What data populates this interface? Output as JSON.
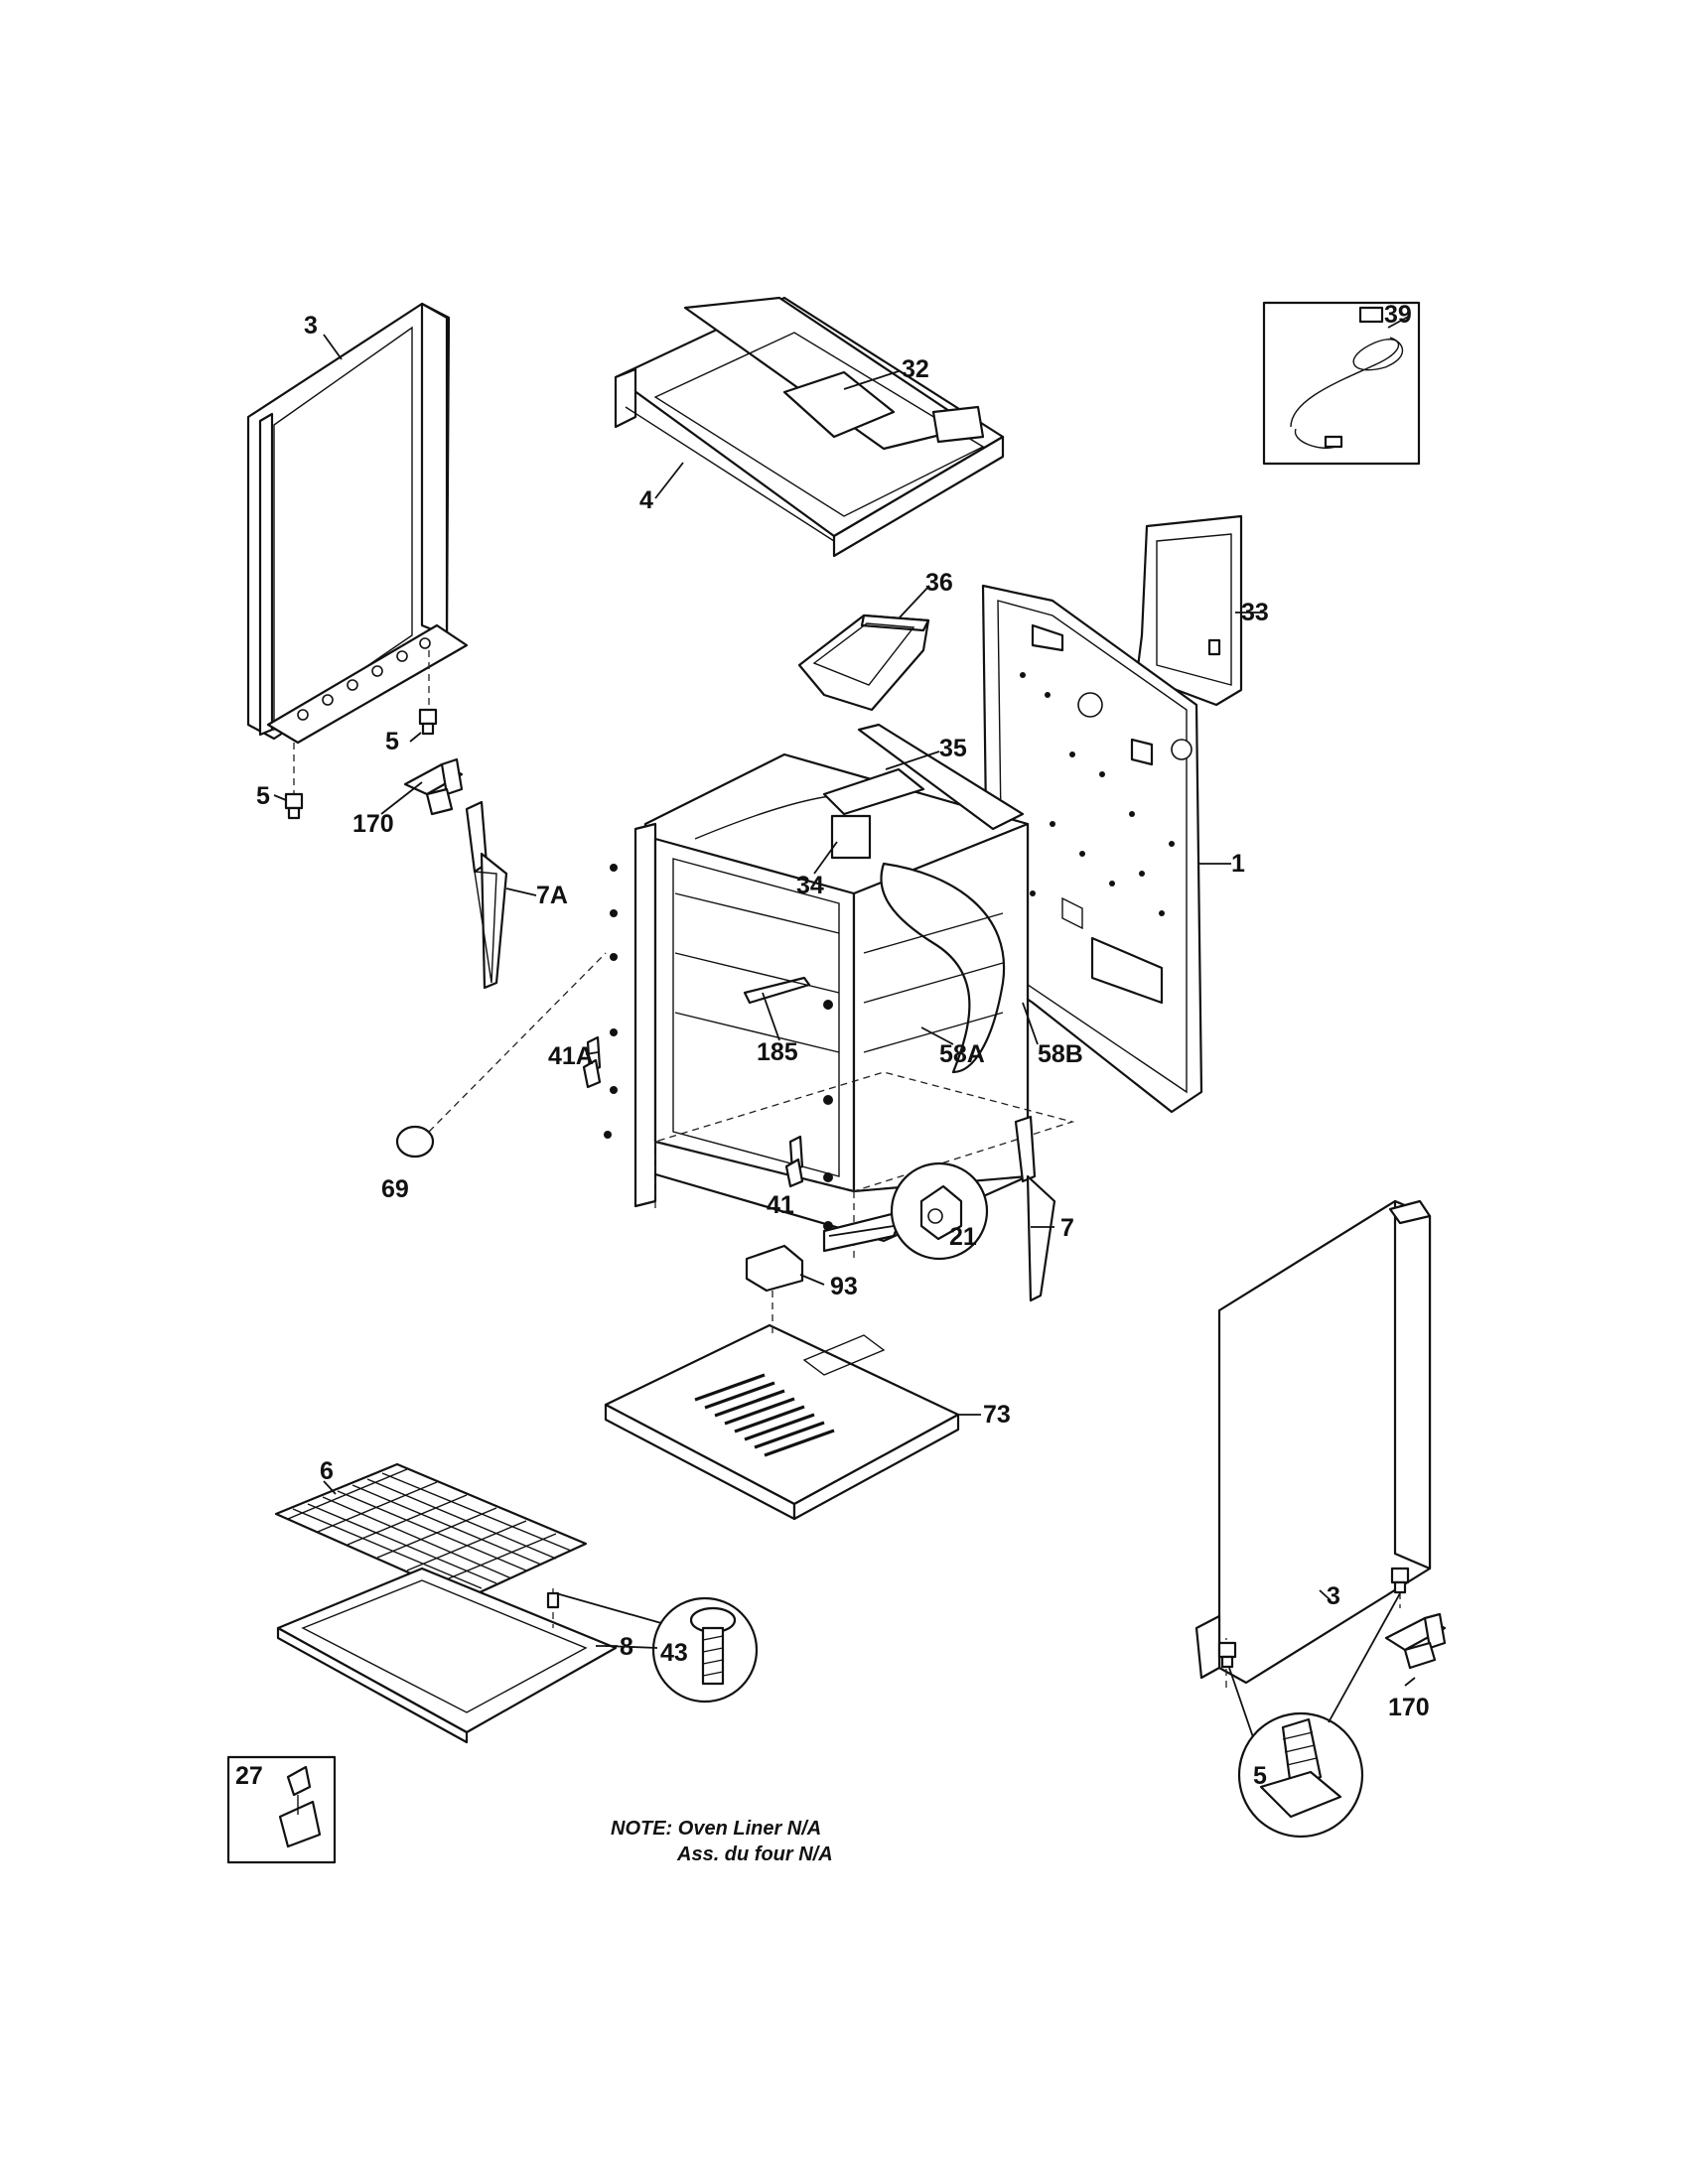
{
  "callouts": [
    {
      "id": "3_left",
      "label": "3"
    },
    {
      "id": "32",
      "label": "32"
    },
    {
      "id": "4",
      "label": "4"
    },
    {
      "id": "39",
      "label": "39"
    },
    {
      "id": "36",
      "label": "36"
    },
    {
      "id": "33",
      "label": "33"
    },
    {
      "id": "5_a",
      "label": "5"
    },
    {
      "id": "5_b",
      "label": "5"
    },
    {
      "id": "170_left",
      "label": "170"
    },
    {
      "id": "35",
      "label": "35"
    },
    {
      "id": "1",
      "label": "1"
    },
    {
      "id": "7A",
      "label": "7A"
    },
    {
      "id": "34",
      "label": "34"
    },
    {
      "id": "185",
      "label": "185"
    },
    {
      "id": "41A",
      "label": "41A"
    },
    {
      "id": "58A",
      "label": "58A"
    },
    {
      "id": "58B",
      "label": "58B"
    },
    {
      "id": "69",
      "label": "69"
    },
    {
      "id": "41",
      "label": "41"
    },
    {
      "id": "21",
      "label": "21"
    },
    {
      "id": "7",
      "label": "7"
    },
    {
      "id": "93",
      "label": "93"
    },
    {
      "id": "73",
      "label": "73"
    },
    {
      "id": "6",
      "label": "6"
    },
    {
      "id": "8",
      "label": "8"
    },
    {
      "id": "43",
      "label": "43"
    },
    {
      "id": "3_right",
      "label": "3"
    },
    {
      "id": "170_right",
      "label": "170"
    },
    {
      "id": "5_detail",
      "label": "5"
    },
    {
      "id": "27",
      "label": "27"
    }
  ],
  "note": {
    "line1": "NOTE: Oven Liner N/A",
    "line2": "Ass. du four N/A"
  }
}
